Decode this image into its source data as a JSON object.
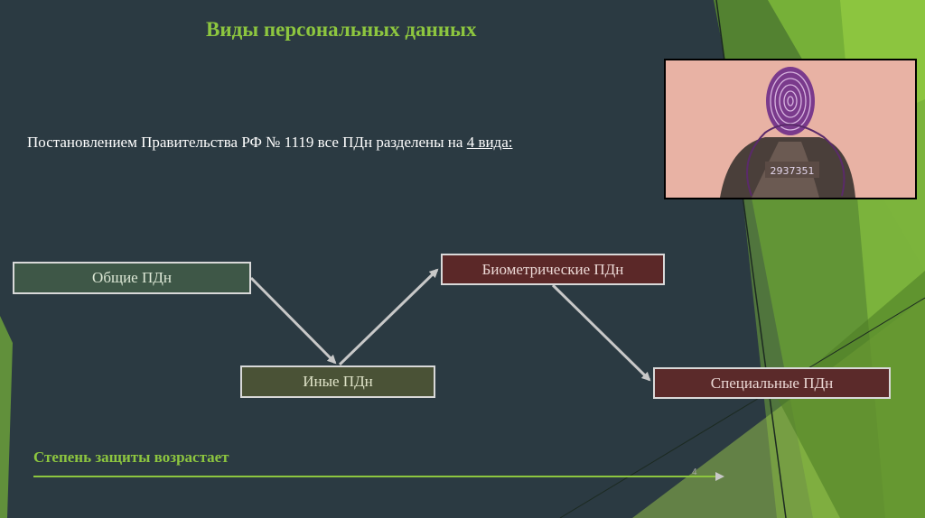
{
  "slide": {
    "title": "Виды персональных данных",
    "intro_text": "Постановлением Правительства РФ № 1119 все ПДн разделены на ",
    "intro_underlined": "4 вида:",
    "photo_caption": "2937351"
  },
  "diagram": {
    "general": "Общие ПДн",
    "other": "Иные ПДн",
    "biometric": "Биометрические ПДн",
    "special": "Специальные ПДн"
  },
  "footer": {
    "protection_label": "Степень защиты возрастает",
    "page_number": "4"
  },
  "colors": {
    "accent_green": "#8dc63f",
    "background": "#2b3a42",
    "arrow": "#c8c8c8"
  }
}
